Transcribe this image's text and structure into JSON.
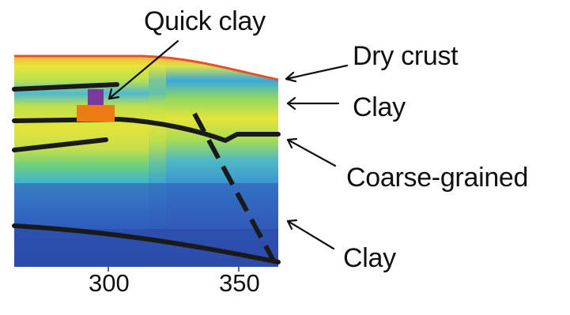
{
  "labels": {
    "quick_clay": "Quick clay",
    "dry_crust": "Dry crust",
    "clay_upper": "Clay",
    "coarse_grained": "Coarse-grained",
    "clay_lower": "Clay"
  },
  "axis": {
    "ticks": [
      "300",
      "350"
    ]
  },
  "colors": {
    "crust_red": "#e8502c",
    "orange_layer": "#f7a43a",
    "yellow": "#e6e635",
    "yellow_green": "#b8e24a",
    "green": "#6fd27a",
    "cyan": "#3fb6c9",
    "light_blue": "#3b8fd6",
    "blue": "#2f65c2",
    "dark_blue": "#2f4aa8",
    "boundary": "#1a1a1a",
    "marker_purple": "#7a3a99",
    "marker_orange": "#ee7a14"
  }
}
